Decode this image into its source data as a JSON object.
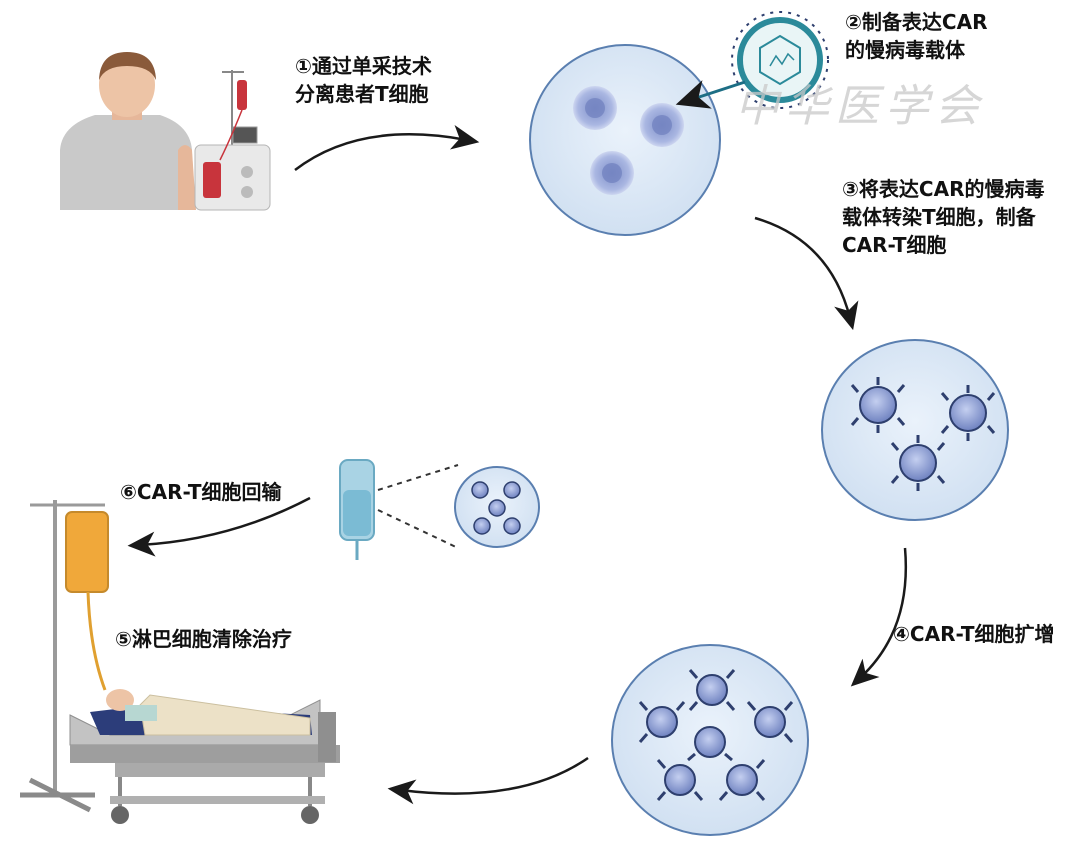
{
  "steps": {
    "step1": {
      "line1": "①通过单采技术",
      "line2": "分离患者T细胞"
    },
    "step2": {
      "line1": "②制备表达CAR",
      "line2": "的慢病毒载体"
    },
    "step3": {
      "line1": "③将表达CAR的慢病毒",
      "line2": "载体转染T细胞，制备",
      "line3": "CAR-T细胞"
    },
    "step4": {
      "line1": "④CAR-T细胞扩增"
    },
    "step5": {
      "line1": "⑤淋巴细胞清除治疗"
    },
    "step6": {
      "line1": "⑥CAR-T细胞回输"
    }
  },
  "watermark": "中华医学会",
  "colors": {
    "arrow": "#1a1a1a",
    "dish_fill": "#d9e6f5",
    "dish_border": "#5a7fb0",
    "cell": "#6f82c0",
    "receptor": "#2e3f6e",
    "virus": "#2b8a9a",
    "blood_bag": "#c8343c",
    "iv_bag_orange": "#f0a83a",
    "iv_bag_blue": "#a9d3e4"
  }
}
